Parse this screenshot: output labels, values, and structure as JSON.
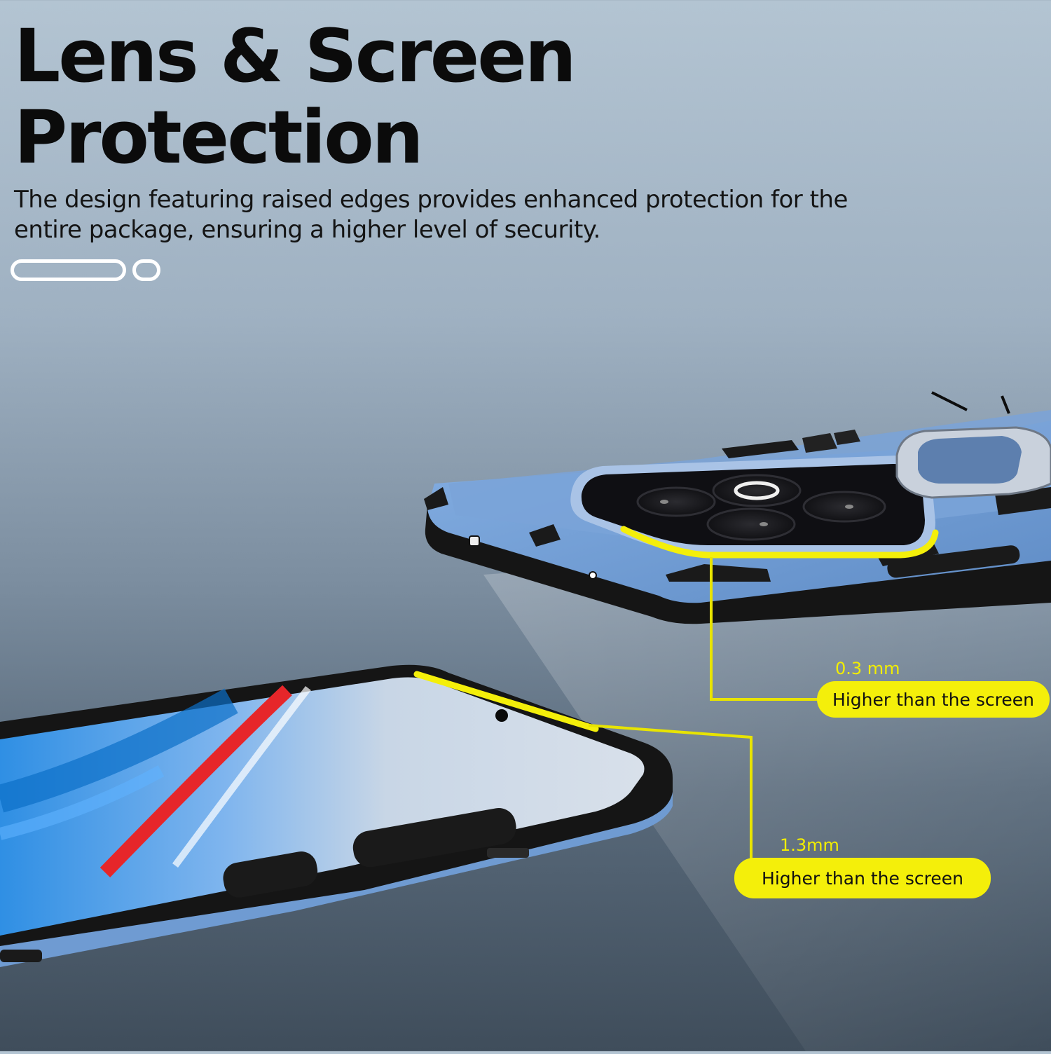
{
  "headline": {
    "line1": "Lens & Screen",
    "line2": "Protection"
  },
  "description": "The design featuring raised edges provides enhanced protection for the entire package, ensuring a higher level of security.",
  "callouts": [
    {
      "measure": "0.3 mm",
      "label": "Higher than the screen"
    },
    {
      "measure": "1.3mm",
      "label": "Higher than the screen"
    }
  ],
  "colors": {
    "highlight_yellow": "#f4ef0a",
    "case_blue": "#6f9bd2",
    "bumper_black": "#141414",
    "heading_black": "#0b0b0b",
    "indicator_white": "#ffffff"
  },
  "icons": [
    "slide-indicator-long",
    "slide-indicator-short"
  ]
}
